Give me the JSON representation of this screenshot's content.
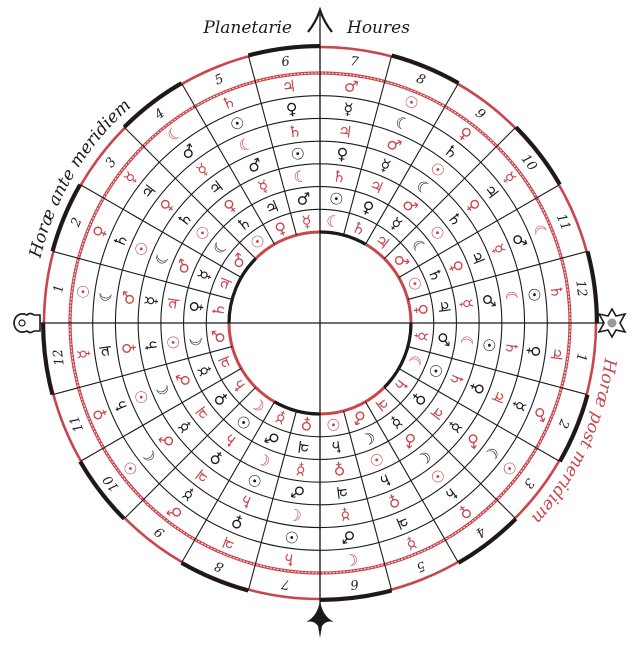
{
  "title": {
    "left": "Planetarie",
    "right": "Houres"
  },
  "arc_labels": {
    "day": "Horæ ante meridiem",
    "night": "Horæ post meridiem"
  },
  "colors": {
    "red": "#c9464c",
    "black": "#1a1a1a"
  },
  "planet_glyphs": {
    "saturn": "♄",
    "jupiter": "♃",
    "mars": "♂",
    "sun": "☉",
    "venus": "♀",
    "mercury": "☿",
    "moon": "☾"
  },
  "hour_labels": [
    "1",
    "2",
    "3",
    "4",
    "5",
    "6",
    "7",
    "8",
    "9",
    "10",
    "11",
    "12",
    "1",
    "2",
    "3",
    "4",
    "5",
    "6",
    "7",
    "8",
    "9",
    "10",
    "11",
    "12"
  ],
  "rings": [
    {
      "color": "red",
      "glyphs": [
        "☉",
        "♀",
        "☿",
        "☾",
        "♄",
        "♃",
        "♂",
        "☉",
        "♀",
        "☿",
        "☾",
        "♄",
        "♃",
        "♂",
        "☉",
        "♀",
        "☿",
        "☾",
        "♄",
        "♃",
        "♂",
        "☉",
        "♀",
        "☿"
      ]
    },
    {
      "color": "black",
      "glyphs": [
        "☾",
        "♄",
        "♃",
        "♂",
        "☉",
        "♀",
        "☿",
        "☾",
        "♄",
        "♃",
        "♂",
        "☉",
        "♀",
        "☿",
        "☾",
        "♄",
        "♃",
        "♂",
        "☉",
        "♀",
        "☿",
        "☾",
        "♄",
        "♃"
      ]
    },
    {
      "color": "red",
      "glyphs": [
        "♂",
        "☉",
        "♀",
        "☿",
        "☾",
        "♄",
        "♃",
        "♂",
        "☉",
        "♀",
        "☿",
        "☾",
        "♄",
        "♃",
        "♂",
        "☉",
        "♀",
        "☿",
        "☾",
        "♄",
        "♃",
        "♂",
        "☉",
        "♀"
      ]
    },
    {
      "color": "black",
      "glyphs": [
        "☿",
        "☾",
        "♄",
        "♃",
        "♂",
        "☉",
        "♀",
        "☿",
        "☾",
        "♄",
        "♃",
        "♂",
        "☉",
        "♀",
        "☿",
        "☾",
        "♄",
        "♃",
        "♂",
        "☉",
        "♀",
        "☿",
        "☾",
        "♄"
      ]
    },
    {
      "color": "red",
      "glyphs": [
        "♃",
        "♂",
        "☉",
        "♀",
        "☿",
        "☾",
        "♄",
        "♃",
        "♂",
        "☉",
        "♀",
        "☿",
        "☾",
        "♄",
        "♃",
        "♂",
        "☉",
        "♀",
        "☿",
        "☾",
        "♄",
        "♃",
        "♂",
        "☉"
      ]
    },
    {
      "color": "black",
      "glyphs": [
        "♀",
        "☿",
        "☾",
        "♄",
        "♃",
        "♂",
        "☉",
        "♀",
        "☿",
        "☾",
        "♄",
        "♃",
        "♂",
        "☉",
        "♀",
        "☿",
        "☾",
        "♄",
        "♃",
        "♂",
        "☉",
        "♀",
        "☿",
        "☾"
      ]
    },
    {
      "color": "red",
      "glyphs": [
        "♄",
        "♃",
        "♂",
        "☉",
        "♀",
        "☿",
        "☾",
        "♄",
        "♃",
        "♂",
        "☉",
        "♀",
        "☿",
        "☾",
        "♄",
        "♃",
        "♂",
        "☉",
        "♀",
        "☿",
        "☾",
        "♄",
        "♃",
        "♂"
      ]
    }
  ]
}
